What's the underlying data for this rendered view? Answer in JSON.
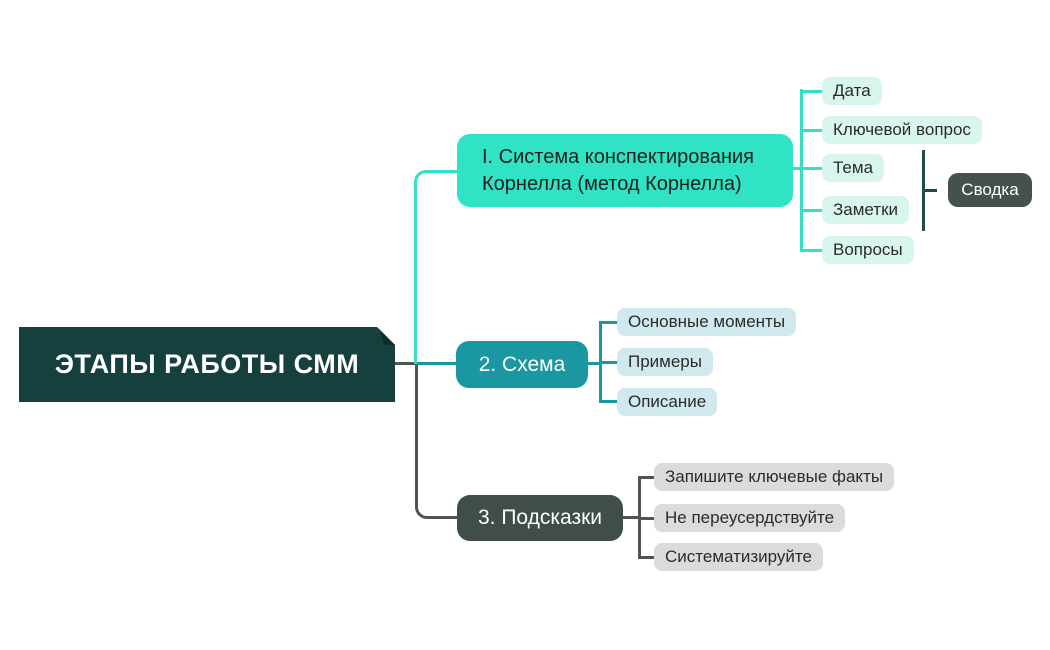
{
  "title": "Mind map",
  "root": {
    "label": "ЭТАПЫ РАБОТЫ СММ",
    "color": "#15403D",
    "text_color": "#FFFFFF"
  },
  "branches": [
    {
      "id": "cornell",
      "label": "I. Система конспектирования Корнелла (метод Корнелла)",
      "color": "#31E3C5",
      "text_color": "#13211F",
      "line_color": "#35E0C9",
      "child_color": "#D8F5EE",
      "children": [
        {
          "label": "Дата"
        },
        {
          "label": "Ключевой вопрос"
        },
        {
          "label": "Тема"
        },
        {
          "label": "Заметки"
        },
        {
          "label": "Вопросы"
        }
      ],
      "summary": {
        "label": "Сводка",
        "color": "#44514C",
        "bracket_color": "#1E4D4B",
        "text_color": "#FFFFFF"
      }
    },
    {
      "id": "schema",
      "label": "2. Схема",
      "color": "#1A97A1",
      "text_color": "#FFFFFF",
      "line_color": "#1A97A1",
      "child_color": "#CFE9EE",
      "children": [
        {
          "label": "Основные моменты"
        },
        {
          "label": "Примеры"
        },
        {
          "label": "Описание"
        }
      ]
    },
    {
      "id": "tips",
      "label": "3. Подсказки",
      "color": "#414D48",
      "text_color": "#FFFFFF",
      "line_color": "#50564F",
      "child_color": "#DBDBDB",
      "children": [
        {
          "label": "Запишите ключевые факты"
        },
        {
          "label": "Не переусердствуйте"
        },
        {
          "label": "Систематизируйте"
        }
      ]
    }
  ]
}
